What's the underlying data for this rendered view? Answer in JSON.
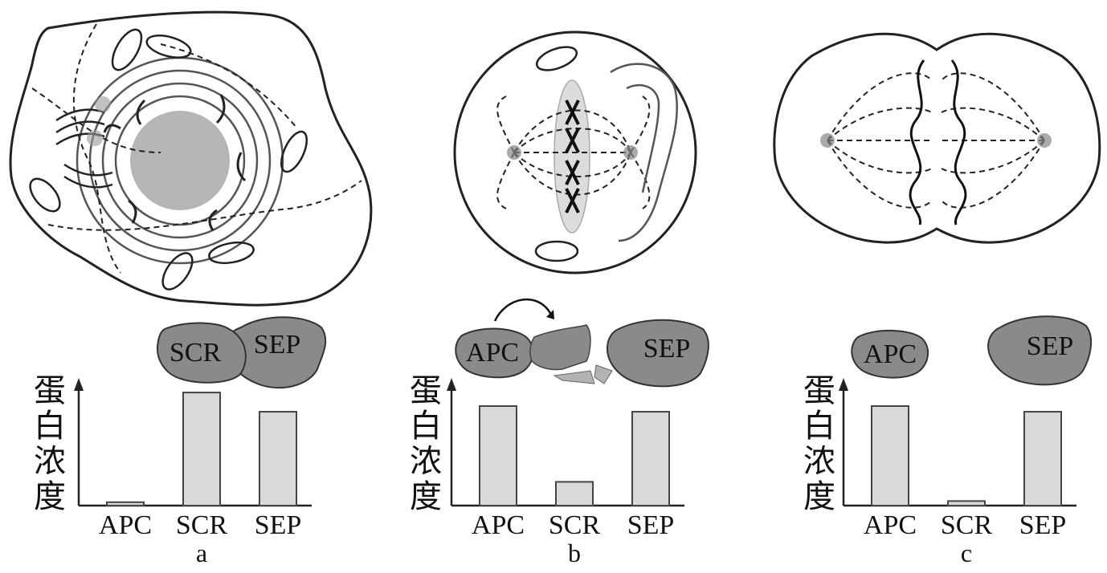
{
  "colors": {
    "bar_fill": "#d9d9d9",
    "bar_stroke": "#444444",
    "protein_fill": "#8a8a8a",
    "protein_fill_light": "#b3b3b3",
    "nucleus_fill": "#b5b5b5",
    "line": "#222222"
  },
  "icons": [
    "interphase-cell-icon",
    "metaphase-cell-icon",
    "anaphase-cell-icon",
    "cleavage-arrow-icon"
  ],
  "chart_data": [
    {
      "type": "bar",
      "panel": "a",
      "ylabel": "蛋白浓度",
      "categories": [
        "APC",
        "SCR",
        "SEP"
      ],
      "values": [
        0.03,
        1.0,
        0.83
      ],
      "ylim": [
        0,
        1.1
      ],
      "proteins_shown": [
        "SCR",
        "SEP"
      ]
    },
    {
      "type": "bar",
      "panel": "b",
      "ylabel": "蛋白浓度",
      "categories": [
        "APC",
        "SCR",
        "SEP"
      ],
      "values": [
        0.88,
        0.21,
        0.83
      ],
      "ylim": [
        0,
        1.1
      ],
      "proteins_shown": [
        "APC",
        "SEP"
      ]
    },
    {
      "type": "bar",
      "panel": "c",
      "ylabel": "蛋白浓度",
      "categories": [
        "APC",
        "SCR",
        "SEP"
      ],
      "values": [
        0.88,
        0.04,
        0.83
      ],
      "ylim": [
        0,
        1.1
      ],
      "proteins_shown": [
        "APC",
        "SEP"
      ]
    }
  ]
}
